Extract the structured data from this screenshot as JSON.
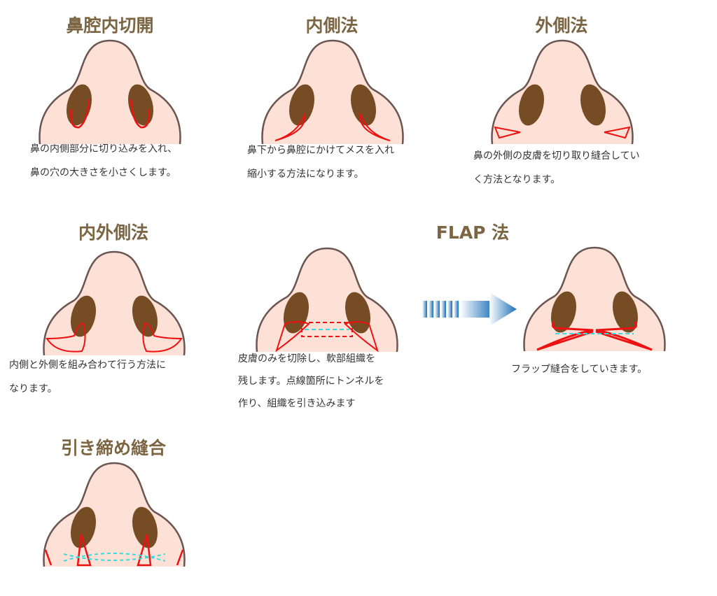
{
  "colors": {
    "title": "#7b6542",
    "skin": "#fde0d6",
    "outline": "#6a5550",
    "nostril": "#754c24",
    "incision": "#ee1111",
    "suture": "#33dddd",
    "arrow": "#1a6fb8"
  },
  "methods": [
    {
      "title": "鼻腔内切開",
      "caption": [
        "鼻の内側部分に切り込みを入れ、",
        "鼻の穴の大きさを小さくします。"
      ]
    },
    {
      "title": "内側法",
      "caption": [
        "鼻下から鼻腔にかけてメスを入れ",
        "縮小する方法になります。"
      ]
    },
    {
      "title": "外側法",
      "caption": [
        "鼻の外側の皮膚を切り取り縫合してい",
        "く方法となります。"
      ]
    },
    {
      "title": "内外側法",
      "caption": [
        "内側と外側を組み合わて行う方法に",
        "なります。"
      ]
    },
    {
      "title": "FLAP 法",
      "caption": [
        "皮膚のみを切除し、軟部組織を",
        "残します。点線箇所にトンネルを",
        "作り、組織を引き込みます"
      ],
      "after_caption": "フラップ縫合をしていきます。"
    },
    {
      "title": "引き締め縫合"
    }
  ]
}
